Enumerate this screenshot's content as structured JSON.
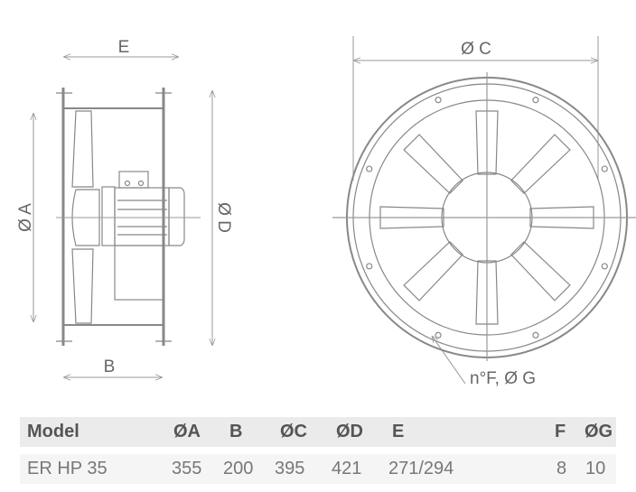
{
  "labels": {
    "E": "E",
    "A": "Ø A",
    "D": "Ø D",
    "B": "B",
    "C": "Ø C",
    "FG": "n°F, Ø G"
  },
  "table": {
    "headers": [
      "Model",
      "ØA",
      "B",
      "ØC",
      "ØD",
      "E",
      "F",
      "ØG"
    ],
    "rows": [
      [
        "ER HP 35",
        "355",
        "200",
        "395",
        "421",
        "271/294",
        "8",
        "10"
      ]
    ]
  }
}
